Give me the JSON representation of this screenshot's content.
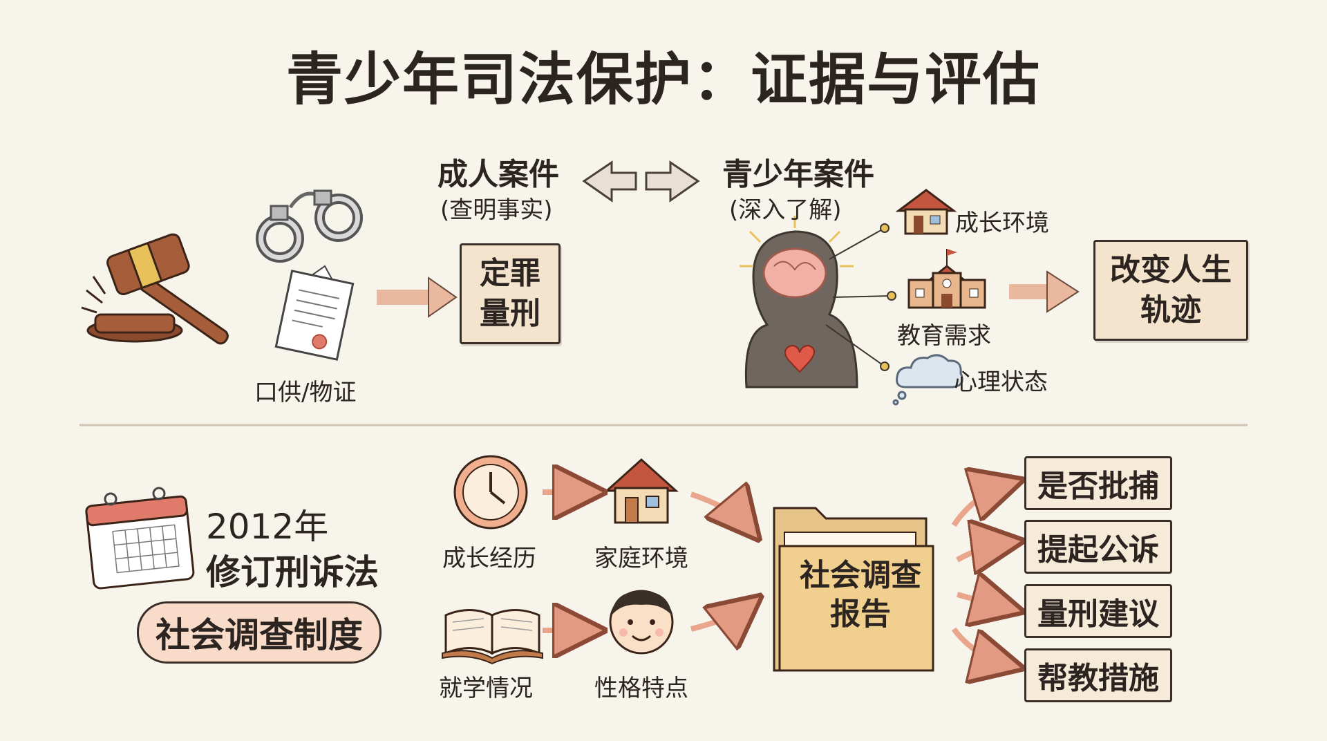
{
  "title": "青少年司法保护：证据与评估",
  "top": {
    "adult_case": "成人案件",
    "adult_case_note": "(查明事实)",
    "youth_case": "青少年案件",
    "youth_case_note": "(深入了解)",
    "evidence_label": "口供/物证",
    "sentence_box": [
      "定罪",
      "量刑"
    ],
    "factors": [
      "成长环境",
      "教育需求",
      "心理状态"
    ],
    "result_box": [
      "改变人生",
      "轨迹"
    ]
  },
  "bottom": {
    "year": "2012年",
    "law": "修订刑诉法",
    "system": "社会调查制度",
    "inputs": [
      "成长经历",
      "家庭环境",
      "就学情况",
      "性格特点"
    ],
    "report_box": [
      "社会调查",
      "报告"
    ],
    "outputs": [
      "是否批捕",
      "提起公诉",
      "量刑建议",
      "帮教措施"
    ]
  },
  "colors": {
    "background": "#f7f4ec",
    "arrow": "#e9a68c",
    "box_fill": "#f4e3cd",
    "pill_fill": "#f8dcc9",
    "ink": "#2b2420"
  },
  "icons": [
    "gavel-icon",
    "handcuffs-icon",
    "document-icon",
    "double-arrow-icon",
    "head-brain-icon",
    "house-icon",
    "school-icon",
    "cloud-icon",
    "calendar-icon",
    "clock-icon",
    "book-icon",
    "child-face-icon",
    "folder-icon"
  ]
}
